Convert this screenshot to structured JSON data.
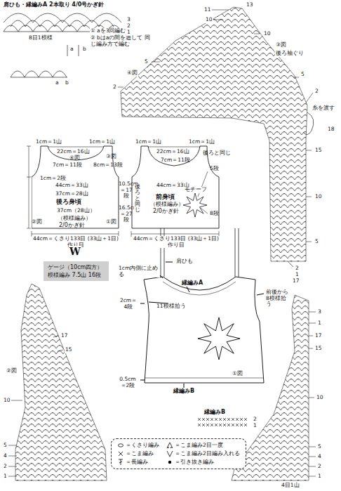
{
  "diagram": {
    "title": "肩ひも・縁編みA 2本取り 4/0号かぎ針",
    "nodes": [
      {
        "text": [
          "後ろ身頃",
          "（模様編み）",
          "2/0かぎ針"
        ]
      },
      {
        "text": [
          "前身頃",
          "（模様編み）",
          "2/0かぎ針"
        ]
      },
      {
        "text": [
          "ゲージ（10cm四方）",
          "模様編み 7.5山 16段"
        ]
      }
    ],
    "labels": [
      "8目1模様",
      "a",
      "b",
      "① aを3回編む",
      "② bはaの間を通して 同じ編み方で編む",
      "3",
      "2",
      "1",
      "a",
      "b",
      "1cm＝1山",
      "1cm＝1山",
      "22cm＝16山",
      "④図",
      "③図",
      "7cm＝11段",
      "8cm＝13段",
      "1cm＝2段",
      "44cm＝33山",
      "37cm＝28山",
      "37cm（28山）",
      "②図",
      "①図",
      "10.5cm ＝17段",
      "16.5cm ＝27段",
      "44cm＝くさり133目 (33山＋1目)作り目",
      "1cm＝1山",
      "1cm＝1山",
      "22cm＝16山",
      "後ろと同じ",
      "7cm＝11段",
      "5段",
      "44cm＝33山",
      "モチーフ",
      "8段",
      "後ろと同じ",
      "44cm＝くさり133目 (33山＋1目)作り目",
      "W",
      "肩ひも",
      "1cm内側に止める",
      "縁編みA",
      "11模様拾う",
      "前後から8模様拾う",
      "2cm＝4段",
      "0.5cm＝2段",
      "縁編みB",
      "③図",
      "後ろ袖ぐり",
      "④図",
      "11",
      "10",
      "13",
      "10",
      "5",
      "5",
      "2",
      "2",
      "糸を渡す",
      "18",
      "15",
      "10",
      "5",
      "2",
      "1",
      "17",
      "17",
      "15",
      "②図",
      "10",
      "5",
      "4",
      "2",
      "1",
      "3",
      "1",
      "17",
      "15",
      "①図",
      "10",
      "5",
      "4",
      "2",
      "1",
      "4目1山",
      "縁編みB",
      "2",
      "1"
    ],
    "legend": [
      {
        "text": "＝くさり編み"
      },
      {
        "text": "＝こま編み"
      },
      {
        "text": "＝長編み"
      },
      {
        "text": "＝こま編み2目一度"
      },
      {
        "text": "＝こま編み2目編み入れる"
      },
      {
        "text": "＝引き抜き編み"
      }
    ]
  }
}
